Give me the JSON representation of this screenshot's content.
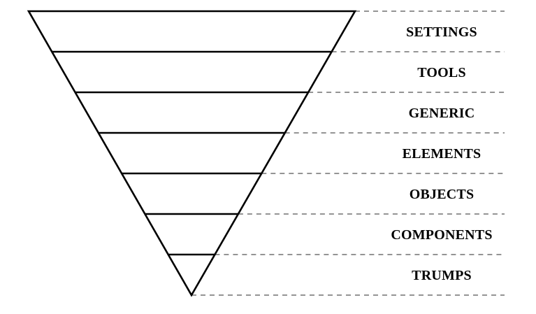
{
  "diagram": {
    "layers": [
      {
        "label": "SETTINGS"
      },
      {
        "label": "TOOLS"
      },
      {
        "label": "GENERIC"
      },
      {
        "label": "ELEMENTS"
      },
      {
        "label": "OBJECTS"
      },
      {
        "label": "COMPONENTS"
      },
      {
        "label": "TRUMPS"
      }
    ]
  }
}
